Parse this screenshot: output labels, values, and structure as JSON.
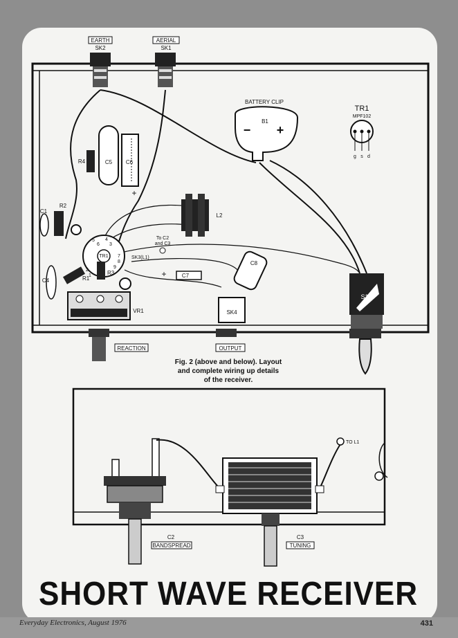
{
  "figure": {
    "caption_lines": [
      "Fig. 2 (above and below). Layout",
      "and complete wiring up details",
      "of the receiver."
    ]
  },
  "top_panel": {
    "sockets": {
      "earth": {
        "name": "EARTH",
        "ref": "SK2"
      },
      "aerial": {
        "name": "AERIAL",
        "ref": "SK1"
      }
    },
    "battery": {
      "label": "BATTERY CLIP",
      "ref": "B1",
      "minus": "−",
      "plus": "+"
    },
    "transistor": {
      "ref": "TR1",
      "type": "MPF102",
      "pins": [
        "g",
        "s",
        "d"
      ]
    },
    "components": {
      "r4": "R4",
      "c5": "C5",
      "c6": "C6",
      "c6_plus": "+",
      "r2": "R2",
      "c1": "C1",
      "l2": "L2",
      "to_c2_c3_line1": "To C2",
      "to_c2_c3_line2": "and C3",
      "sk3": "SK3(L1)",
      "tr1_small": "TR1",
      "r1": "R1",
      "r3": "R3",
      "c4": "C4",
      "c7": "C7",
      "c7_plus": "+",
      "c8": "C8",
      "sk4": "SK4",
      "s1": "S1",
      "vr1": "VR1",
      "pin_numbers": [
        "5",
        "6",
        "4",
        "3",
        "2",
        "1",
        "7",
        "8",
        "9"
      ]
    },
    "front_labels": {
      "reaction": "REACTION",
      "output": "OUTPUT"
    }
  },
  "bottom_panel": {
    "to_l1": "TO L1",
    "c2": {
      "ref": "C2",
      "name": "BANDSPREAD"
    },
    "c3": {
      "ref": "C3",
      "name": "TUNING"
    }
  },
  "headline": "SHORT WAVE RECEIVER",
  "footer": {
    "publication": "Everyday Electronics, August 1976",
    "page_number": "431"
  }
}
